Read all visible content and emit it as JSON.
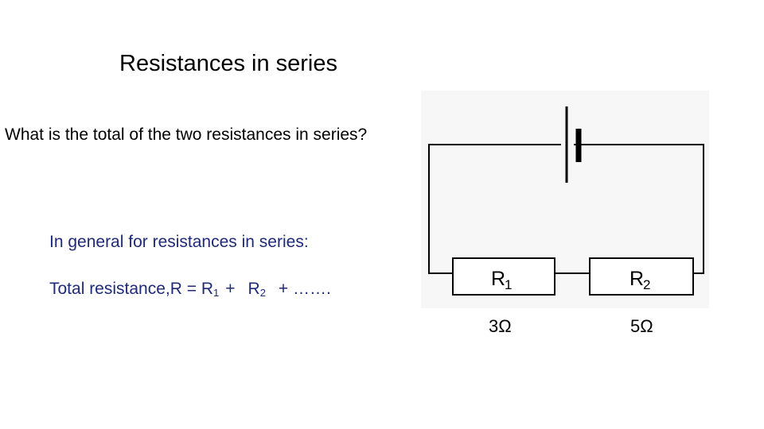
{
  "title": "Resistances in series",
  "question": "What is the total of the two resistances in series?",
  "general": "In general for resistances in series:",
  "formula": {
    "prefix": "Total resistance,R = R",
    "sub1": "1",
    "plus": "+",
    "r2": "R",
    "sub2": "2",
    "suffix": "+ …….",
    "color": "#1f2a78"
  },
  "circuit": {
    "r1_label": "R",
    "r1_sub": "1",
    "r2_label": "R",
    "r2_sub": "2",
    "battery": "battery-cell-icon"
  },
  "values": {
    "r1": "3Ω",
    "r2": "5Ω"
  }
}
